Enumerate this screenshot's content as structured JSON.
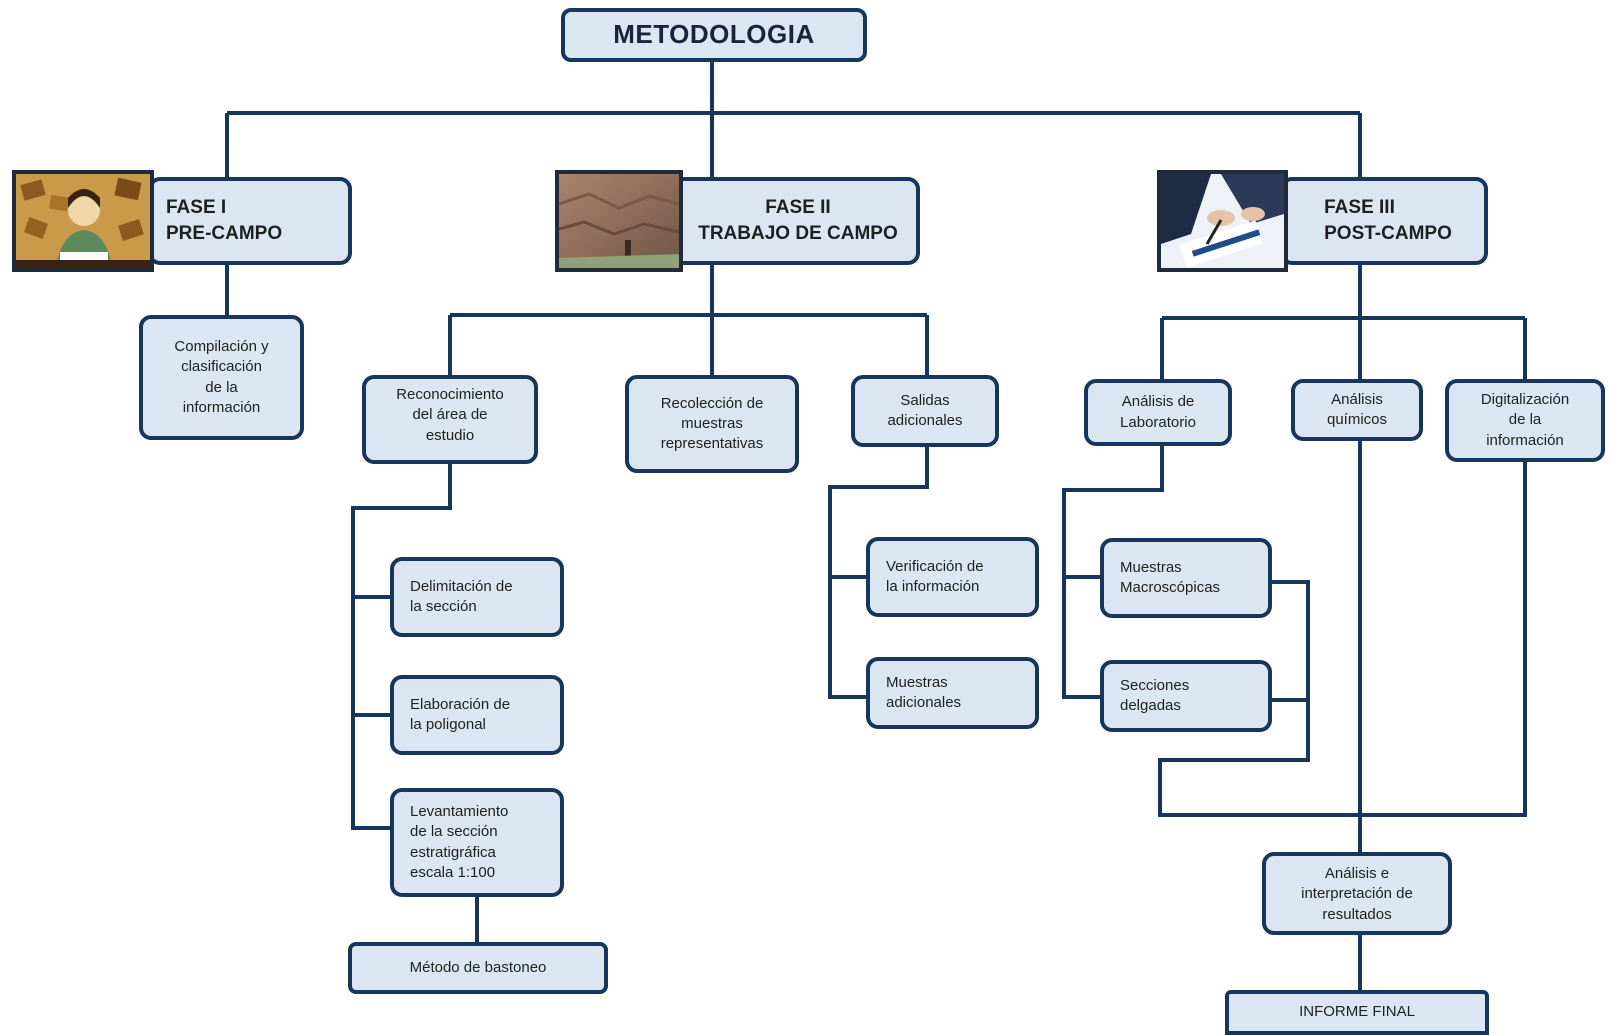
{
  "title": "METODOLOGIA",
  "phases": {
    "fase1": "FASE I\nPRE-CAMPO",
    "fase2": "FASE II\nTRABAJO DE CAMPO",
    "fase3": "FASE III\nPOST-CAMPO"
  },
  "nodes": {
    "compilacion": "Compilación y\nclasificación\nde la\ninformación",
    "reconocimiento": "Reconocimiento\ndel área de\nestudio",
    "recoleccion": "Recolección de\nmuestras\nrepresentativas",
    "salidas": "Salidas\nadicionales",
    "delimitacion": "Delimitación de\nla sección",
    "elaboracion": "Elaboración   de\nla poligonal",
    "levantamiento": "Levantamiento\nde la sección\nestratigráfica\nescala 1:100",
    "metodo": "Método de bastoneo",
    "verificacion": "Verificación de\nla información",
    "muestras_adicionales": "Muestras\nadicionales",
    "analisis_lab": "Análisis de\nLaboratorio",
    "analisis_quimicos": "Análisis\nquímicos",
    "digitalizacion": "Digitalización\nde la\ninformación",
    "macroscopicas": "Muestras\nMacroscópicas",
    "secciones": "Secciones\ndelgadas",
    "interpretacion": "Análisis e\ninterpretación de\nresultados",
    "informe": "INFORME FINAL"
  },
  "images": {
    "fase1": "reading-person-illustration",
    "fase2": "rock-outcrop-photo",
    "fase3": "signing-document-photo"
  },
  "colors": {
    "box_fill": "#dce6f2",
    "box_border": "#17365d",
    "line": "#17365d"
  }
}
